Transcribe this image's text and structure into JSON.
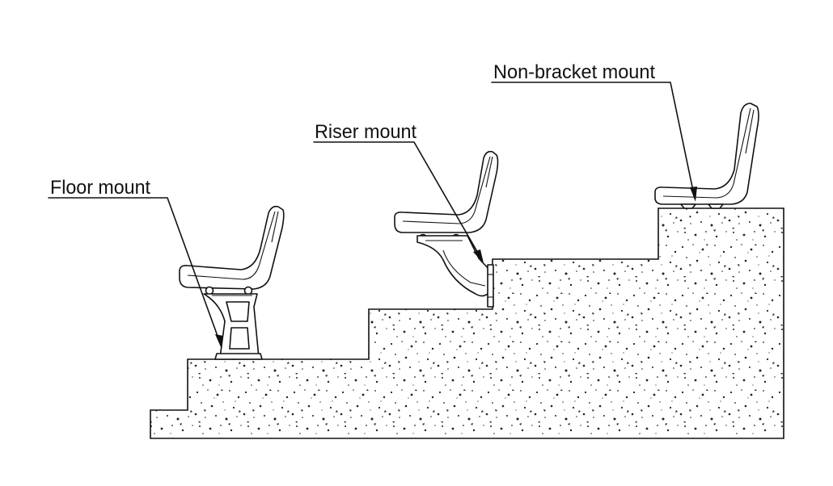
{
  "labels": {
    "floor": "Floor mount",
    "riser": "Riser mount",
    "non_bracket": "Non-bracket mount"
  },
  "colors": {
    "ink": "#111111",
    "background": "#ffffff"
  }
}
